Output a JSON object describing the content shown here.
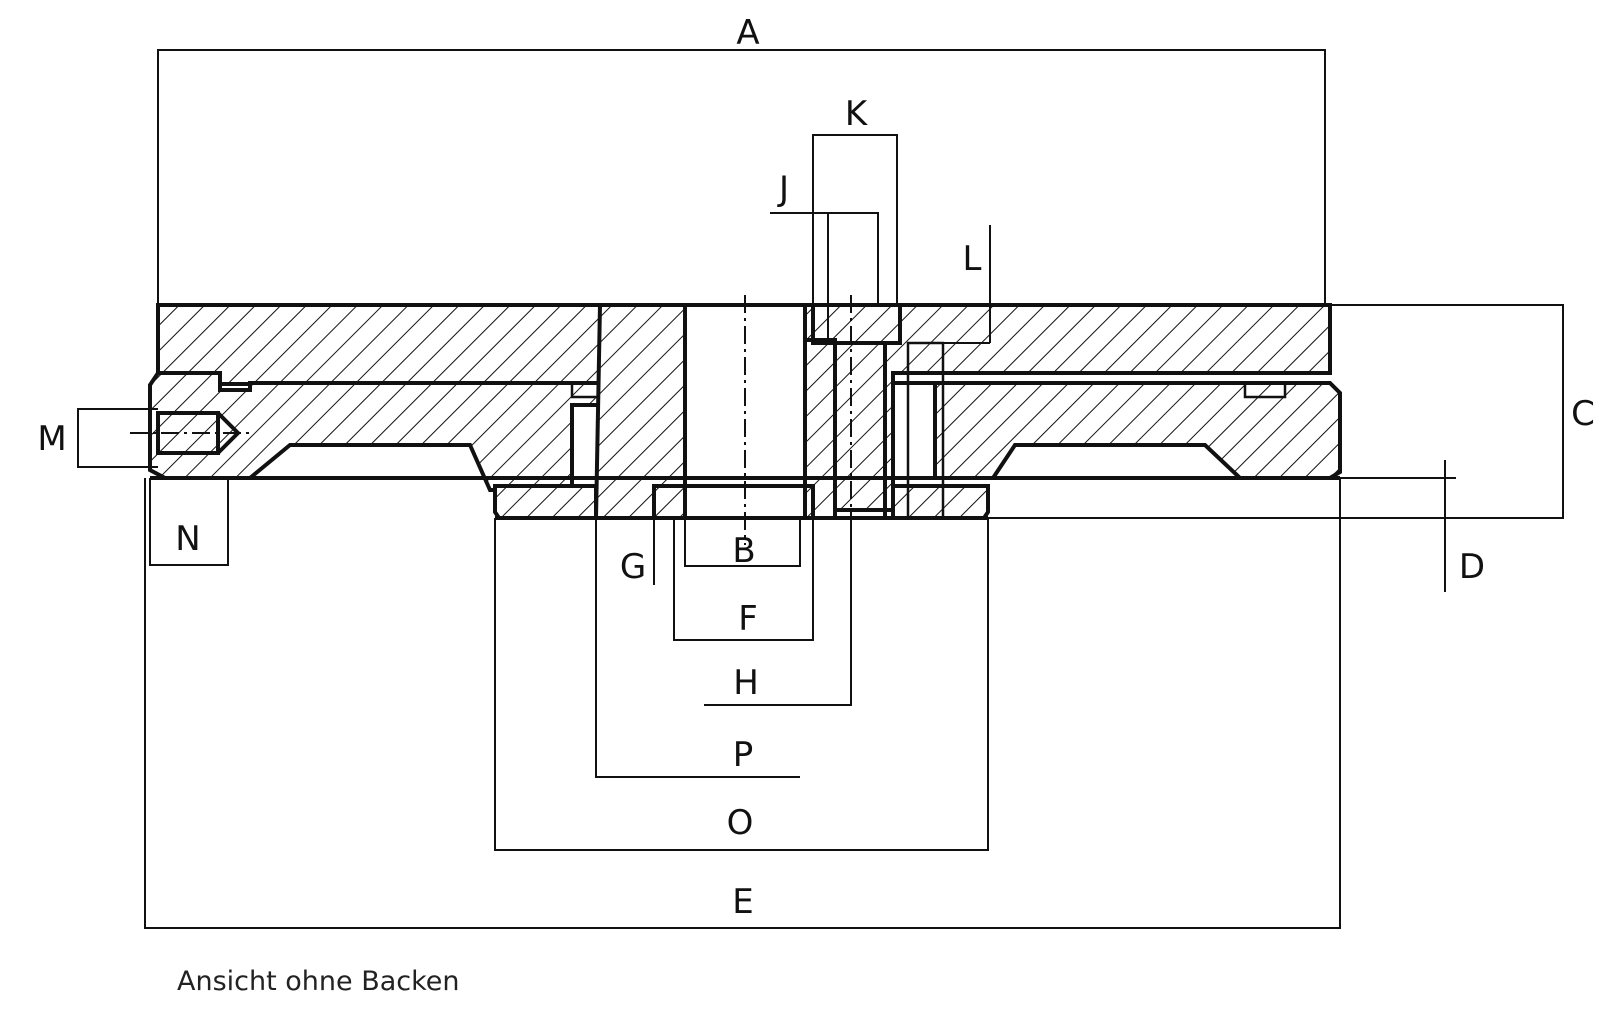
{
  "caption": "Ansicht ohne Backen",
  "labels": {
    "A": "A",
    "B": "B",
    "C": "C",
    "D": "D",
    "E": "E",
    "F": "F",
    "G": "G",
    "H": "H",
    "J": "J",
    "K": "K",
    "L": "L",
    "M": "M",
    "N": "N",
    "O": "O",
    "P": "P"
  }
}
